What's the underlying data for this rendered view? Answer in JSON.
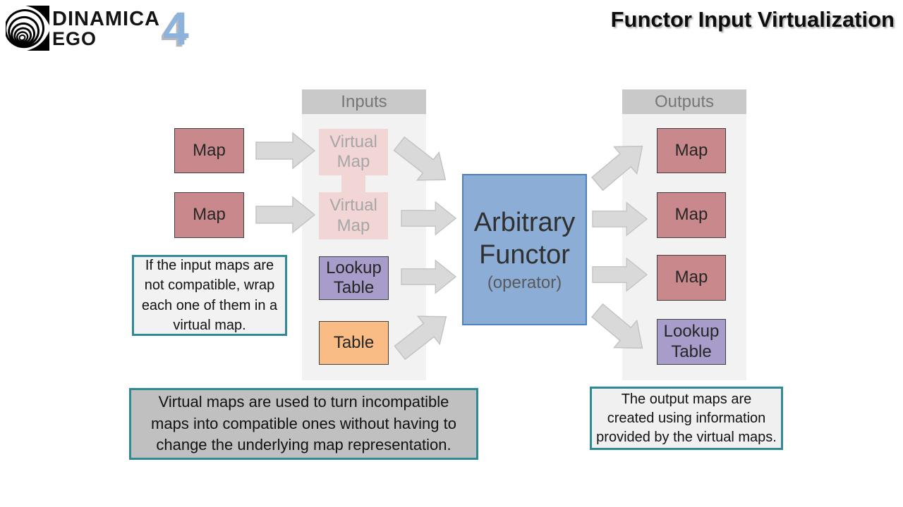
{
  "header": {
    "logo": {
      "brand_line1": "DINAMICA",
      "brand_line2": "EGO",
      "version": "4"
    },
    "title": "Functor Input Virtualization"
  },
  "panels": {
    "inputs_header": "Inputs",
    "outputs_header": "Outputs"
  },
  "nodes": {
    "input_map_1": "Map",
    "input_map_2": "Map",
    "virtual_map_1": "Virtual Map",
    "virtual_map_2": "Virtual Map",
    "input_lookup_table": "Lookup Table",
    "input_table": "Table",
    "functor_title": "Arbitrary Functor",
    "functor_subtitle": "(operator)",
    "output_map_1": "Map",
    "output_map_2": "Map",
    "output_map_3": "Map",
    "output_lookup_table": "Lookup Table"
  },
  "callouts": {
    "left": "If the input maps are not compatible, wrap each one of them in a virtual map.",
    "bottom": "Virtual maps are used to turn incompatible maps into compatible ones without having to change the underlying map representation.",
    "right": "The output maps are created using information provided by the virtual maps."
  },
  "colors": {
    "map_fill": "#c9898c",
    "virtual_map_fill": "#f2d5d5",
    "lookup_table_fill": "#a89cca",
    "table_fill": "#f9bc84",
    "functor_fill": "#8badd6",
    "functor_border": "#4f81bd",
    "arrow_fill": "#d9d9d9",
    "panel_fill": "#f2f2f2",
    "panel_header_fill": "#c9c9c9",
    "panel_header_text": "#767676",
    "callout_border": "#2f8a96",
    "callout_gray_fill": "#c0c0c0",
    "version_blue": "#8db3dd"
  }
}
